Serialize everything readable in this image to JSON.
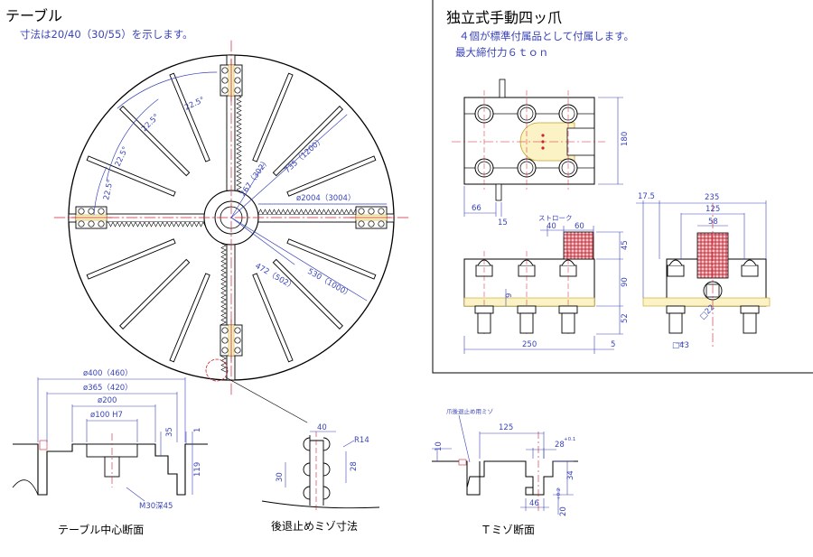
{
  "table": {
    "title": "テーブル",
    "note": "寸法は20/40（30/55）を示します。",
    "angle_label": "22.5°",
    "radii": [
      "267（302）",
      "735（1200）",
      "ø2004（3004）",
      "472（502）",
      "530（1000）"
    ]
  },
  "chuck": {
    "title": "独立式手動四ッ爪",
    "note1": "４個が標準付属品として付属します。",
    "note2": "最大締付力６ｔｏｎ",
    "dims_top": {
      "h180": "180",
      "w66": "66",
      "w15": "15"
    },
    "dims_side": {
      "stroke": "ストローク",
      "w40": "40",
      "w60": "60",
      "h45": "45",
      "h90": "90",
      "h52": "52",
      "h9": "9",
      "w250": "250",
      "w5": "5"
    },
    "dims_end": {
      "w17_5": "17.5",
      "w235": "235",
      "w125": "125",
      "w58": "58",
      "sq22": "□22",
      "sq43": "□43"
    }
  },
  "center_section": {
    "caption": "テーブル中心断面",
    "dims": {
      "d400": "ø400（460）",
      "d365": "ø365（420）",
      "d200": "ø200",
      "d100": "ø100 H7",
      "h35": "35",
      "h1": "1",
      "h119": "119",
      "m30": "M30深45"
    }
  },
  "stop_groove": {
    "caption": "後退止めミゾ寸法",
    "dims": {
      "w40": "40",
      "r14": "R14",
      "h28": "28",
      "h30": "30"
    }
  },
  "t_slot": {
    "caption": "Ｔミゾ断面",
    "note": "爪後退止め用ミゾ",
    "dims": {
      "w125": "125",
      "w28": "28",
      "tol28": "+0.1",
      "h10": "10",
      "h34": "34",
      "w46": "46",
      "w20": "20",
      "tol20": "+0.2"
    }
  }
}
